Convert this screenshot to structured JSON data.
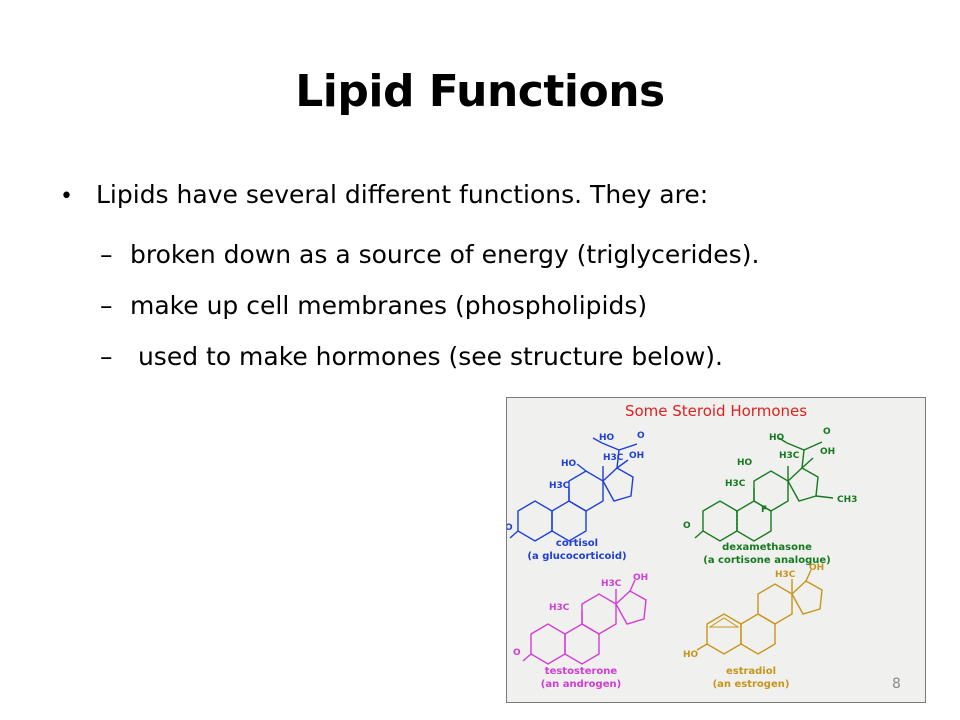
{
  "slide": {
    "title": "Lipid Functions",
    "bullet_mark": "•",
    "dash_mark": "–",
    "bullets": [
      {
        "text": "Lipids have several different functions.  They are:",
        "subs": [
          "broken down as a source of energy (triglycerides).",
          "make up cell membranes (phospholipids)",
          " used to make hormones (see structure below)."
        ]
      }
    ],
    "page_number": "8"
  },
  "figure": {
    "title": "Some Steroid Hormones",
    "colors": {
      "title": "#e0201e",
      "cortisol": "#1e3fd8",
      "dexamethasone": "#157a1f",
      "testosterone": "#d23cd6",
      "estradiol": "#c7951a",
      "background": "#f0f0ee"
    },
    "molecules": [
      {
        "name": "cortisol",
        "class": "(a glucocorticoid)",
        "labels": [
          "HO",
          "O",
          "H3C",
          "HO",
          "OH",
          "H3C",
          "O"
        ]
      },
      {
        "name": "dexamethasone",
        "class": "(a cortisone analogue)",
        "labels": [
          "HO",
          "O",
          "H3C",
          "HO",
          "OH",
          "H3C",
          "F",
          "CH3",
          "O"
        ]
      },
      {
        "name": "testosterone",
        "class": "(an androgen)",
        "labels": [
          "H3C",
          "OH",
          "H3C",
          "O"
        ]
      },
      {
        "name": "estradiol",
        "class": "(an estrogen)",
        "labels": [
          "H3C",
          "OH",
          "HO"
        ]
      }
    ]
  }
}
